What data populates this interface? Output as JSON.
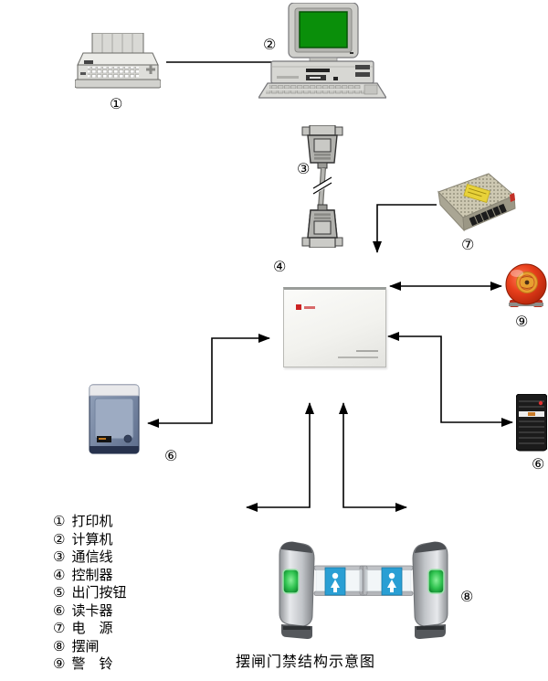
{
  "title": "摆闸门禁结构示意图",
  "colors": {
    "line": "#000000",
    "screen_green": "#0a8f0a",
    "bell_red": "#d93418",
    "bell_center_orange": "#e8a030",
    "power_label_yellow": "#e8d23a",
    "gate_sign_blue": "#2a9fd4",
    "gate_light_green": "#2fc24f",
    "controller_body": "#f2f2ee",
    "reader_left_blue": "#7f8fae",
    "reader_right_black": "#1a1a1a"
  },
  "nodes": [
    {
      "id": "printer",
      "icon": "printer-icon",
      "num": "①",
      "name": "打印机"
    },
    {
      "id": "computer",
      "icon": "computer-icon",
      "num": "②",
      "name": "计算机"
    },
    {
      "id": "cable",
      "icon": "serial-cable-icon",
      "num": "③",
      "name": "通信线"
    },
    {
      "id": "controller",
      "icon": "controller-icon",
      "num": "④",
      "name": "控制器"
    },
    {
      "id": "reader-left",
      "icon": "card-reader-icon",
      "num": "⑥",
      "name": "读卡器"
    },
    {
      "id": "reader-right",
      "icon": "card-reader-icon",
      "num": "⑥",
      "name": "读卡器"
    },
    {
      "id": "power",
      "icon": "power-supply-icon",
      "num": "⑦",
      "name": "电源"
    },
    {
      "id": "gate",
      "icon": "swing-gate-icon",
      "num": "⑧",
      "name": "摆闸"
    },
    {
      "id": "bell",
      "icon": "alarm-bell-icon",
      "num": "⑨",
      "name": "警铃"
    }
  ],
  "legend": [
    {
      "num": "①",
      "label": "打印机"
    },
    {
      "num": "②",
      "label": "计算机"
    },
    {
      "num": "③",
      "label": "通信线"
    },
    {
      "num": "④",
      "label": "控制器"
    },
    {
      "num": "⑤",
      "label": "出门按钮"
    },
    {
      "num": "⑥",
      "label": "读卡器"
    },
    {
      "num": "⑦",
      "label": "电　源"
    },
    {
      "num": "⑧",
      "label": "摆闸"
    },
    {
      "num": "⑨",
      "label": "警　铃"
    }
  ]
}
